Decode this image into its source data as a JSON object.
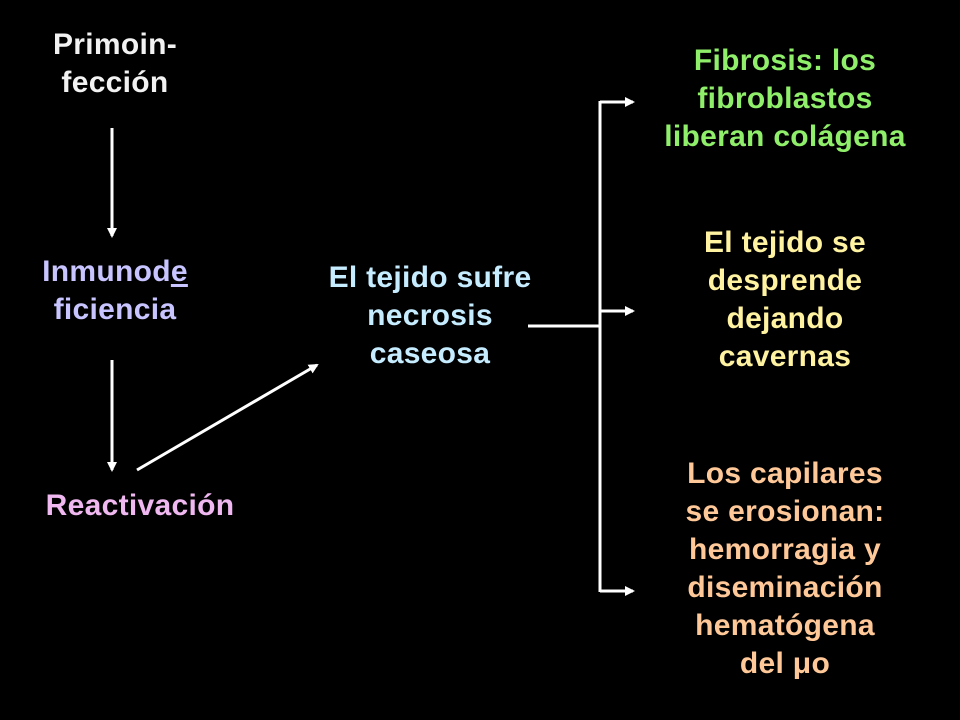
{
  "colors": {
    "background": "#000000",
    "arrow": "#ffffff",
    "primoinfeccion": "#f2f2f2",
    "inmunodeficiencia": "#c7c4ff",
    "reactivacion": "#f0b8f0",
    "necrosis": "#c6ecff",
    "fibrosis": "#8fee6a",
    "cavernas": "#fff2a0",
    "hemorragia": "#ffc898"
  },
  "nodes": {
    "primoinfeccion": {
      "lines": [
        "Primoin-",
        "fección"
      ]
    },
    "inmunodeficiencia": {
      "line1_a": "Inmunod",
      "line1_b": "e",
      "line2": "ficiencia"
    },
    "reactivacion": {
      "lines": [
        "Reactivación"
      ]
    },
    "necrosis": {
      "lines": [
        "El tejido sufre",
        "necrosis",
        "caseosa"
      ]
    },
    "fibrosis": {
      "lines": [
        "Fibrosis: los",
        "fibroblastos",
        "liberan colágena"
      ]
    },
    "cavernas": {
      "lines": [
        "El tejido se",
        "desprende",
        "dejando",
        "cavernas"
      ]
    },
    "hemorragia": {
      "lines": [
        "Los capilares",
        "se erosionan:",
        "hemorragia y",
        "diseminación",
        "hematógena",
        "del μo"
      ]
    }
  }
}
